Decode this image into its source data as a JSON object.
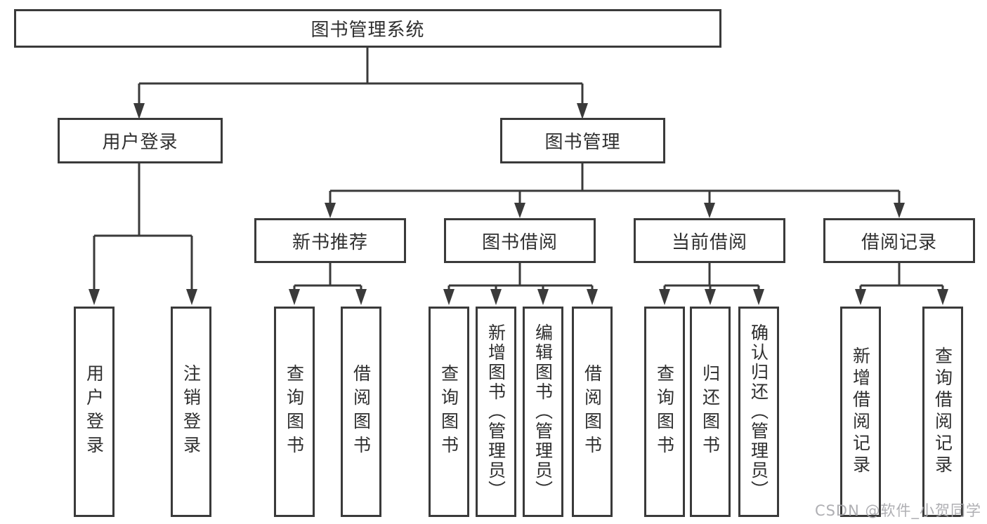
{
  "tree": {
    "root": {
      "label": "图书管理系统"
    },
    "branches": [
      {
        "label": "用户登录",
        "children": [
          {
            "label": "用户登录"
          },
          {
            "label": "注销登录"
          }
        ]
      },
      {
        "label": "图书管理",
        "children": [
          {
            "label": "新书推荐",
            "children": [
              {
                "label": "查询图书"
              },
              {
                "label": "借阅图书"
              }
            ]
          },
          {
            "label": "图书借阅",
            "children": [
              {
                "label": "查询图书"
              },
              {
                "label": "新增图书（管理员）"
              },
              {
                "label": "编辑图书（管理员）"
              },
              {
                "label": "借阅图书"
              }
            ]
          },
          {
            "label": "当前借阅",
            "children": [
              {
                "label": "查询图书"
              },
              {
                "label": "归还图书"
              },
              {
                "label": "确认归还（管理员）"
              }
            ]
          },
          {
            "label": "借阅记录",
            "children": [
              {
                "label": "新增借阅记录"
              },
              {
                "label": "查询借阅记录"
              }
            ]
          }
        ]
      }
    ]
  },
  "watermark": {
    "text": "CSDN @软件_小贺同学"
  },
  "colors": {
    "line": "#3a3a3a",
    "text": "#2f2f2f",
    "box_background": "#ffffff",
    "watermark": "#a8a8ad",
    "background": "#ffffff"
  }
}
